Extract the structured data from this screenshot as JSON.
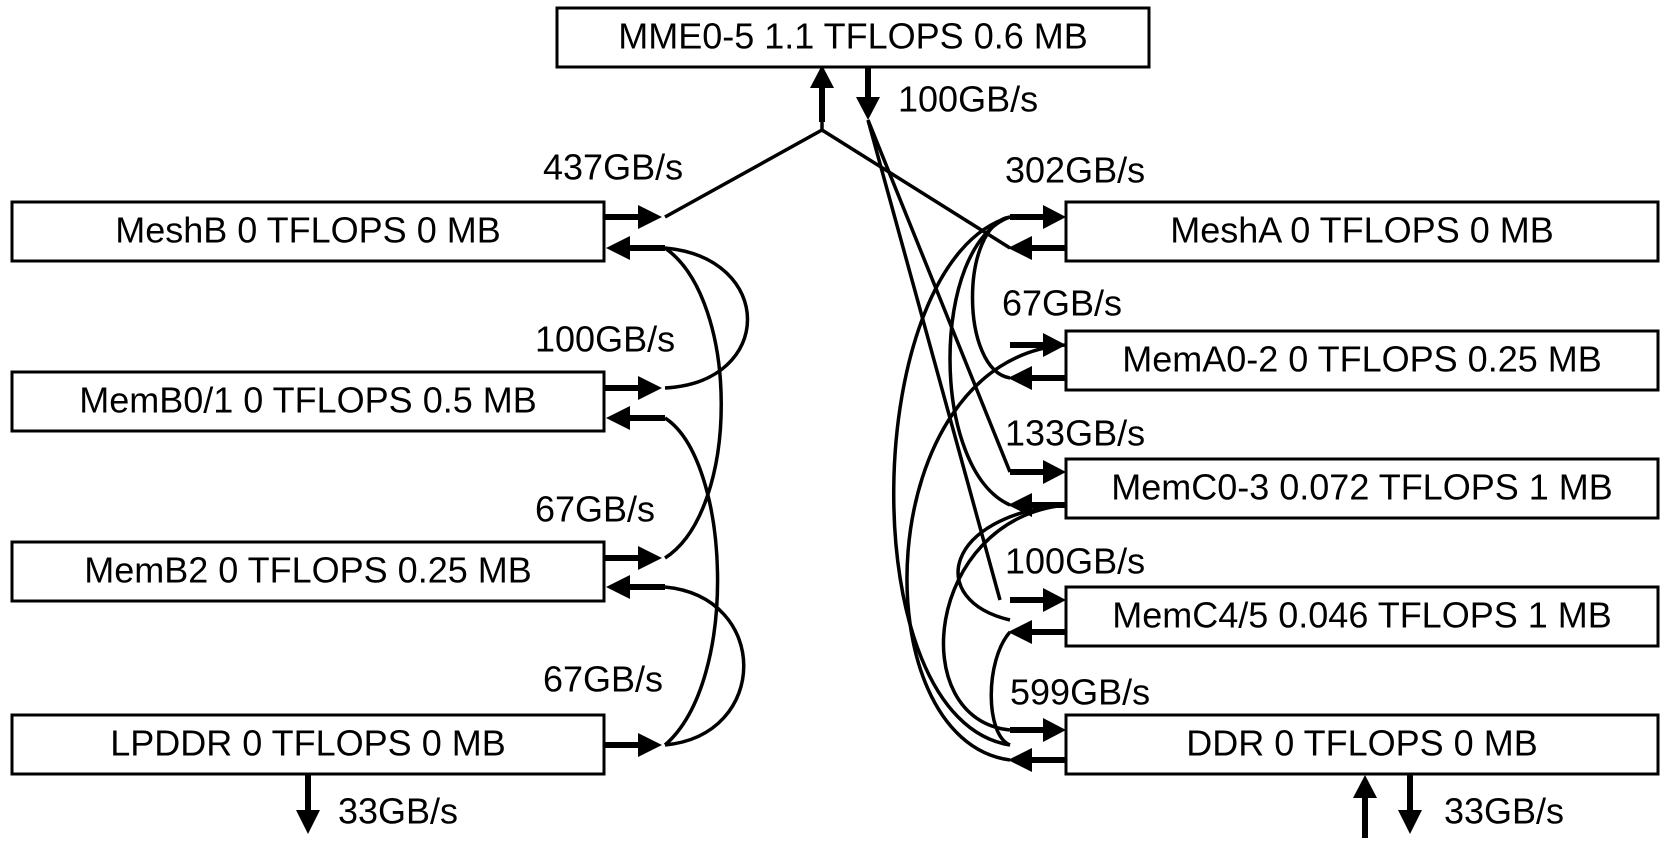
{
  "nodes": {
    "mme": "MME0-5 1.1 TFLOPS 0.6 MB",
    "meshb": "MeshB 0 TFLOPS 0 MB",
    "memb01": "MemB0/1 0 TFLOPS 0.5 MB",
    "memb2": "MemB2 0 TFLOPS 0.25 MB",
    "lpddr": "LPDDR 0 TFLOPS 0 MB",
    "mesha": "MeshA 0 TFLOPS 0 MB",
    "mema02": "MemA0-2 0 TFLOPS 0.25 MB",
    "memc03": "MemC0-3 0.072 TFLOPS 1 MB",
    "memc45": "MemC4/5 0.046 TFLOPS 1 MB",
    "ddr": "DDR 0 TFLOPS 0 MB"
  },
  "bandwidths": {
    "mme": "100GB/s",
    "meshb": "437GB/s",
    "memb01": "100GB/s",
    "memb2": "67GB/s",
    "lpddr": "67GB/s",
    "lpddr_ext": "33GB/s",
    "mesha": "302GB/s",
    "mema02": "67GB/s",
    "memc03": "133GB/s",
    "memc45": "100GB/s",
    "ddr": "599GB/s",
    "ddr_ext": "33GB/s"
  }
}
